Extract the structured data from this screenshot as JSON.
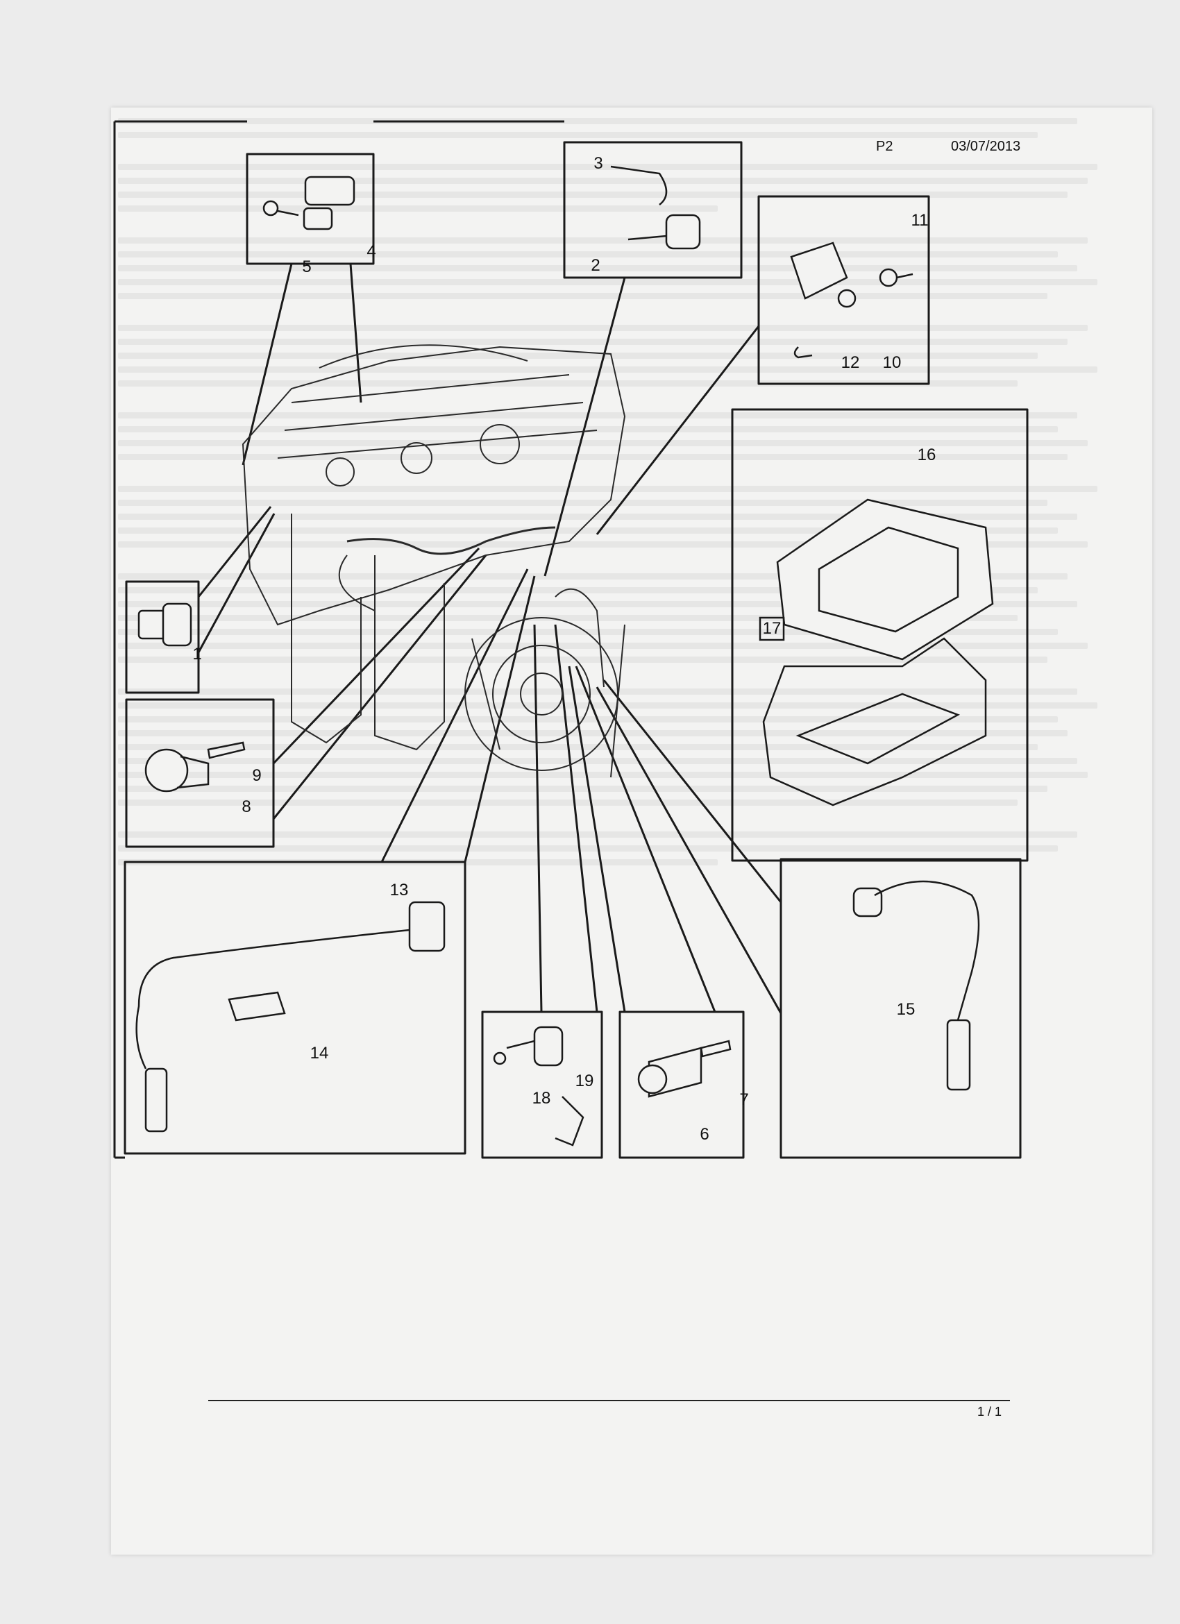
{
  "header": {
    "code": "P2",
    "date": "03/07/2013"
  },
  "page_number": "1 / 1",
  "callouts": [
    {
      "id": "c1",
      "label": "1"
    },
    {
      "id": "c2",
      "label": "2"
    },
    {
      "id": "c3",
      "label": "3"
    },
    {
      "id": "c4",
      "label": "4"
    },
    {
      "id": "c5",
      "label": "5"
    },
    {
      "id": "c6",
      "label": "6"
    },
    {
      "id": "c7",
      "label": "7"
    },
    {
      "id": "c8",
      "label": "8"
    },
    {
      "id": "c9",
      "label": "9"
    },
    {
      "id": "c10",
      "label": "10"
    },
    {
      "id": "c11",
      "label": "11"
    },
    {
      "id": "c12",
      "label": "12"
    },
    {
      "id": "c13",
      "label": "13"
    },
    {
      "id": "c14",
      "label": "14"
    },
    {
      "id": "c15",
      "label": "15"
    },
    {
      "id": "c16",
      "label": "16"
    },
    {
      "id": "c17",
      "label": "17"
    },
    {
      "id": "c18",
      "label": "18"
    },
    {
      "id": "c19",
      "label": "19"
    }
  ],
  "colors": {
    "ink": "#1a1a1a",
    "paper": "#f3f3f2",
    "ghost_text": "#cfcfcf"
  }
}
